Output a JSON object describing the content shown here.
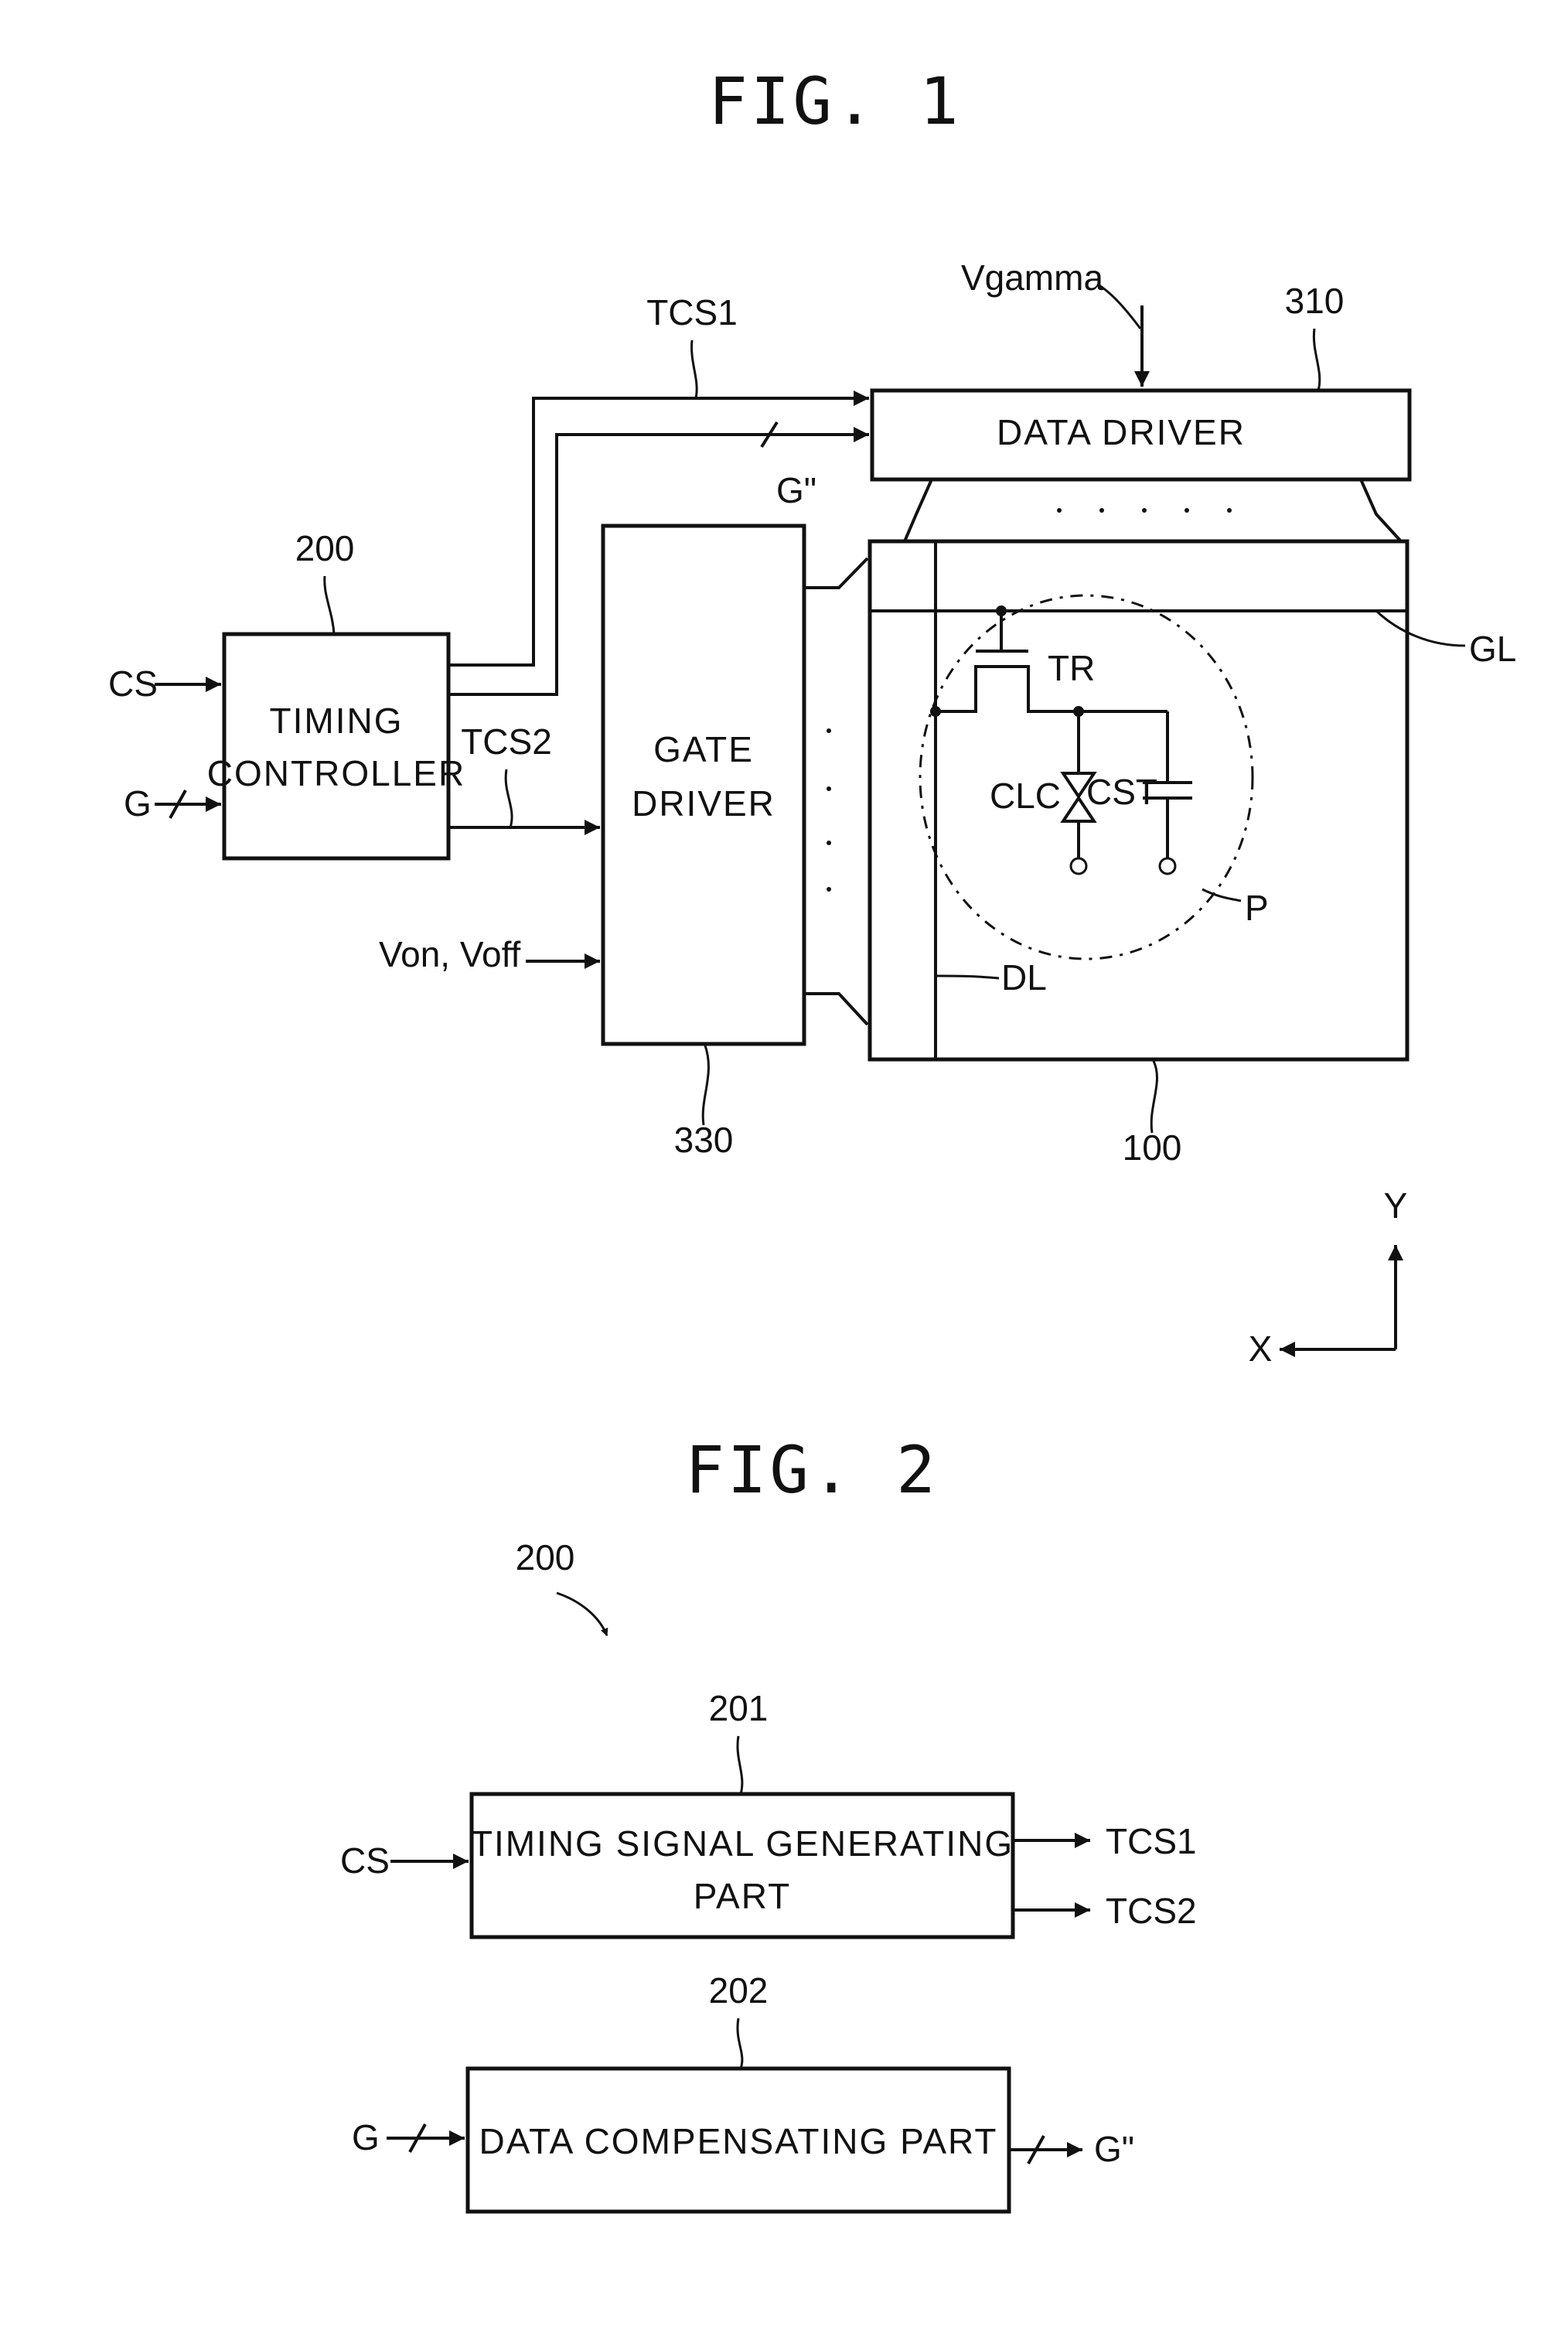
{
  "fig1": {
    "title": "FIG. 1",
    "timing_controller": {
      "line1": "TIMING",
      "line2": "CONTROLLER",
      "ref": "200"
    },
    "gate_driver": {
      "line1": "GATE",
      "line2": "DRIVER",
      "ref": "330"
    },
    "data_driver": {
      "label": "DATA DRIVER",
      "ref": "310"
    },
    "panel": {
      "ref": "100"
    },
    "signals": {
      "cs": "CS",
      "g": "G",
      "tcs1": "TCS1",
      "tcs2": "TCS2",
      "vgamma": "Vgamma",
      "g_double_prime": "G\"",
      "von_voff": "Von, Voff"
    },
    "pixel": {
      "tr": "TR",
      "clc": "CLC",
      "cst": "CST",
      "p": "P",
      "gl": "GL",
      "dl": "DL"
    },
    "axes": {
      "y": "Y",
      "x": "X"
    },
    "dots_horizontal": ". . . . .",
    "dots_vertical": "."
  },
  "fig2": {
    "title": "FIG. 2",
    "ref": "200",
    "timing_signal_part": {
      "line1": "TIMING SIGNAL GENERATING",
      "line2": "PART",
      "ref": "201"
    },
    "data_compensating_part": {
      "label": "DATA COMPENSATING PART",
      "ref": "202"
    },
    "signals": {
      "cs": "CS",
      "tcs1": "TCS1",
      "tcs2": "TCS2",
      "g": "G",
      "g_double_prime": "G\""
    }
  }
}
